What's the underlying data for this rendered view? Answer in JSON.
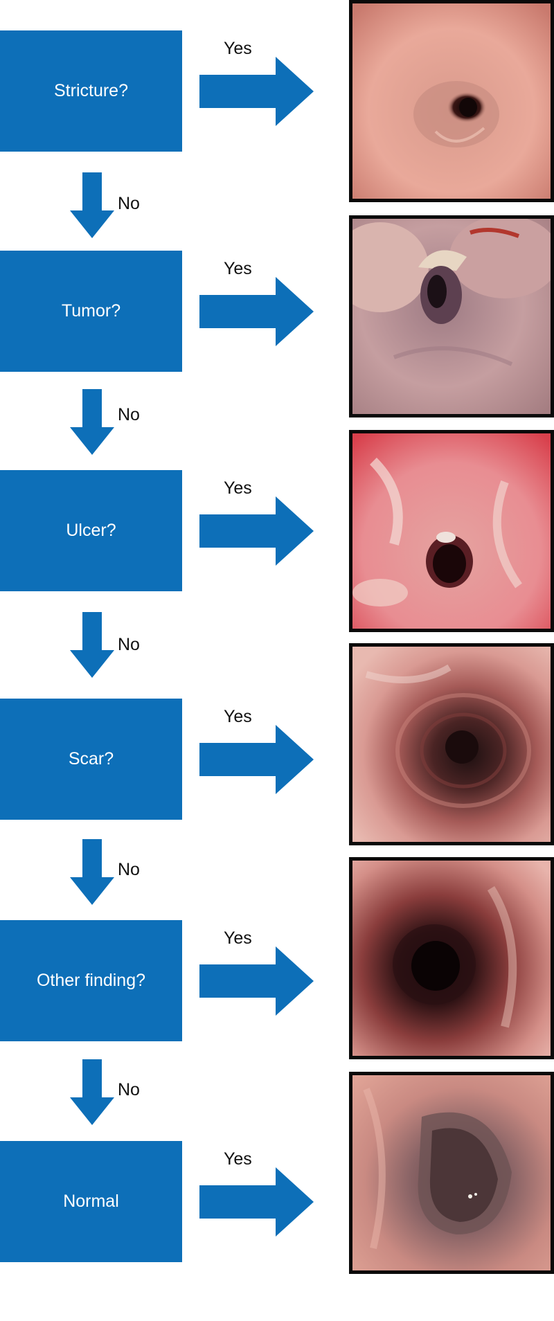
{
  "colors": {
    "box_fill": "#0d6fb8",
    "box_text": "#ffffff",
    "arrow_fill": "#0d6fb8",
    "label_text": "#111111",
    "frame_border": "#0a0a0a"
  },
  "yes_label": "Yes",
  "no_label": "No",
  "steps": [
    {
      "question": "Stricture?",
      "image_icon": "endoscopy-stricture-photo"
    },
    {
      "question": "Tumor?",
      "image_icon": "endoscopy-tumor-photo"
    },
    {
      "question": "Ulcer?",
      "image_icon": "endoscopy-ulcer-photo"
    },
    {
      "question": "Scar?",
      "image_icon": "endoscopy-scar-photo"
    },
    {
      "question": "Other finding?",
      "image_icon": "endoscopy-other-finding-photo"
    },
    {
      "question": "Normal",
      "image_icon": "endoscopy-normal-photo"
    }
  ]
}
